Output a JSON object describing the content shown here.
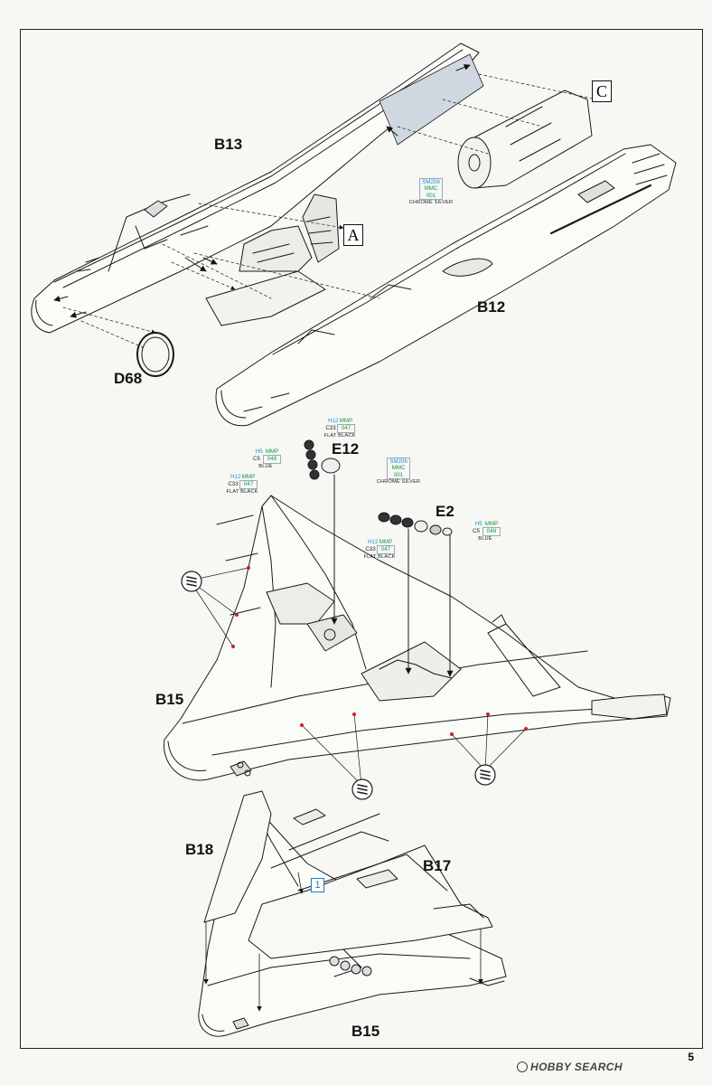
{
  "page_number": "5",
  "watermark": "HOBBY SEARCH",
  "step_badge": "1",
  "boxed_refs": [
    "A",
    "C"
  ],
  "parts": {
    "b13": "B13",
    "b12": "B12",
    "d68": "D68",
    "e12": "E12",
    "e2": "E2",
    "b15_top": "B15",
    "b18": "B18",
    "b17": "B17",
    "b15_bottom": "B15"
  },
  "color_callouts": [
    {
      "id": "cs1",
      "rows": [
        [
          "SM206",
          ""
        ],
        [
          "MMC",
          ""
        ],
        [
          "001",
          ""
        ]
      ],
      "name": "CHROME SILVER"
    },
    {
      "id": "fb1",
      "rows": [
        [
          "H12",
          "MMP"
        ],
        [
          "C33",
          "047"
        ]
      ],
      "name": "FLAT BLACK"
    },
    {
      "id": "bl1",
      "rows": [
        [
          "H5",
          "MMP"
        ],
        [
          "C5",
          "048"
        ]
      ],
      "name": "BLUE"
    },
    {
      "id": "fb2",
      "rows": [
        [
          "H12",
          "MMP"
        ],
        [
          "C33",
          "047"
        ]
      ],
      "name": "FLAT BLACK"
    },
    {
      "id": "cs2",
      "rows": [
        [
          "SM206",
          ""
        ],
        [
          "MMC",
          ""
        ],
        [
          "001",
          ""
        ]
      ],
      "name": "CHROME SILVER"
    },
    {
      "id": "bl2",
      "rows": [
        [
          "H5",
          "MMP"
        ],
        [
          "C5",
          "048"
        ]
      ],
      "name": "BLUE"
    },
    {
      "id": "fb3",
      "rows": [
        [
          "H12",
          "MMP"
        ],
        [
          "C33",
          "047"
        ]
      ],
      "name": "FLAT BLACK"
    }
  ],
  "colors": {
    "line": "#1a1a1a",
    "accent_blue": "#1b8fd4",
    "accent_green": "#139a4a",
    "glue_red": "#cc2222",
    "paper": "#f7f7f4"
  }
}
